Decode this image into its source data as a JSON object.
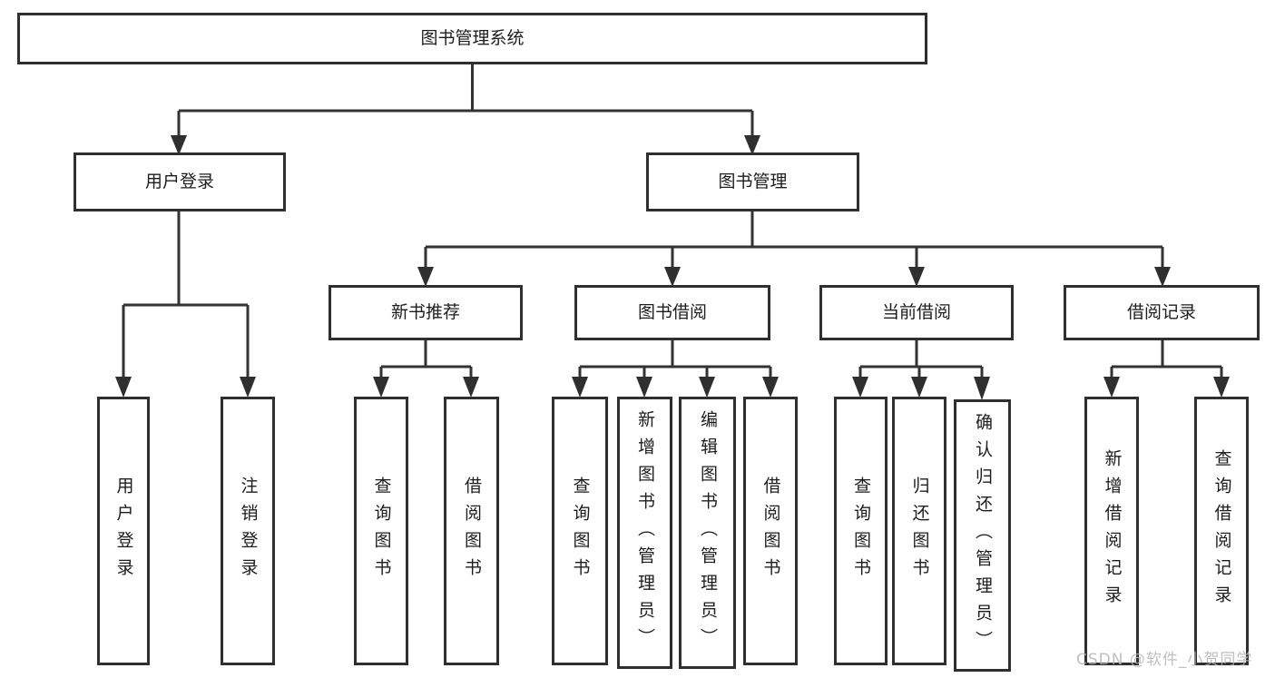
{
  "diagram": {
    "title": "图书管理系统",
    "level2": [
      {
        "id": "user-login",
        "label": "用户登录"
      },
      {
        "id": "book-management",
        "label": "图书管理"
      }
    ],
    "level3": [
      {
        "id": "new-book-recommend",
        "label": "新书推荐"
      },
      {
        "id": "book-borrow",
        "label": "图书借阅"
      },
      {
        "id": "current-borrow",
        "label": "当前借阅"
      },
      {
        "id": "borrow-records",
        "label": "借阅记录"
      }
    ],
    "leaves": {
      "user_login": [
        "用户登录",
        "注销登录"
      ],
      "new_book_recommend": [
        "查询图书",
        "借阅图书"
      ],
      "book_borrow": [
        "查询图书",
        "新增图书（管理员）",
        "编辑图书（管理员）",
        "借阅图书"
      ],
      "current_borrow": [
        "查询图书",
        "归还图书",
        "确认归还（管理员）"
      ],
      "borrow_records": [
        "新增借阅记录",
        "查询借阅记录"
      ]
    },
    "watermark": "CSDN @软件_小贺同学",
    "colors": {
      "line": "#333333",
      "border": "#2f2f2f",
      "text": "#1d1d1d",
      "background": "#ffffff",
      "watermark": "#b5b5b5"
    }
  }
}
